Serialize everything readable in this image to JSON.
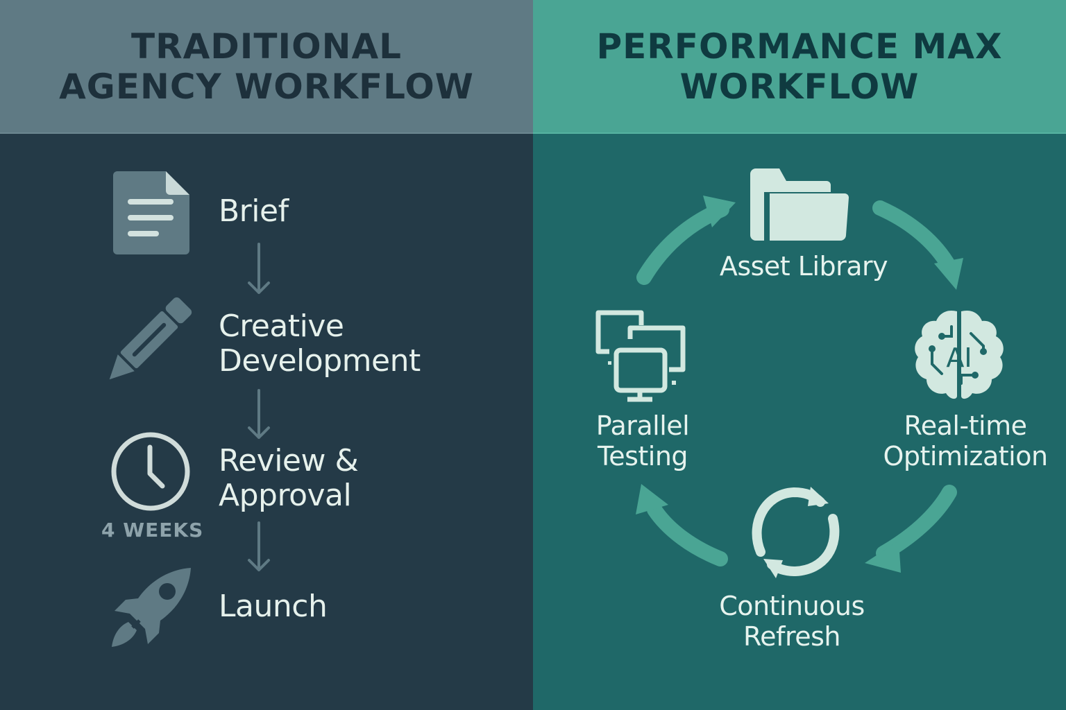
{
  "left_panel": {
    "title_line1": "TRADITIONAL",
    "title_line2": "AGENCY WORKFLOW",
    "steps": [
      {
        "icon": "document-icon",
        "label_line1": "Brief",
        "label_line2": ""
      },
      {
        "icon": "pencil-icon",
        "label_line1": "Creative",
        "label_line2": "Development"
      },
      {
        "icon": "clock-icon",
        "label_line1": "Review &",
        "label_line2": "Approval"
      },
      {
        "icon": "rocket-icon",
        "label_line1": "Launch",
        "label_line2": ""
      }
    ],
    "duration_label": "4 WEEKS",
    "colors": {
      "header_bg": "#5f7a84",
      "body_bg": "#243a47",
      "icon": "#5f7a84",
      "text": "#e6f1ec"
    }
  },
  "right_panel": {
    "title_line1": "PERFORMANCE MAX",
    "title_line2": "WORKFLOW",
    "cycle": [
      {
        "icon": "folder-icon",
        "label_line1": "Asset Library",
        "label_line2": ""
      },
      {
        "icon": "ai-brain-icon",
        "icon_text": "AI",
        "label_line1": "Real-time",
        "label_line2": "Optimization"
      },
      {
        "icon": "refresh-icon",
        "label_line1": "Continuous",
        "label_line2": "Refresh"
      },
      {
        "icon": "monitors-icon",
        "label_line1": "Parallel",
        "label_line2": "Testing"
      }
    ],
    "colors": {
      "header_bg": "#4aa594",
      "body_bg": "#1f6868",
      "arrow": "#4aa594",
      "icon": "#d2e8e0",
      "text": "#e6f3ee"
    }
  }
}
